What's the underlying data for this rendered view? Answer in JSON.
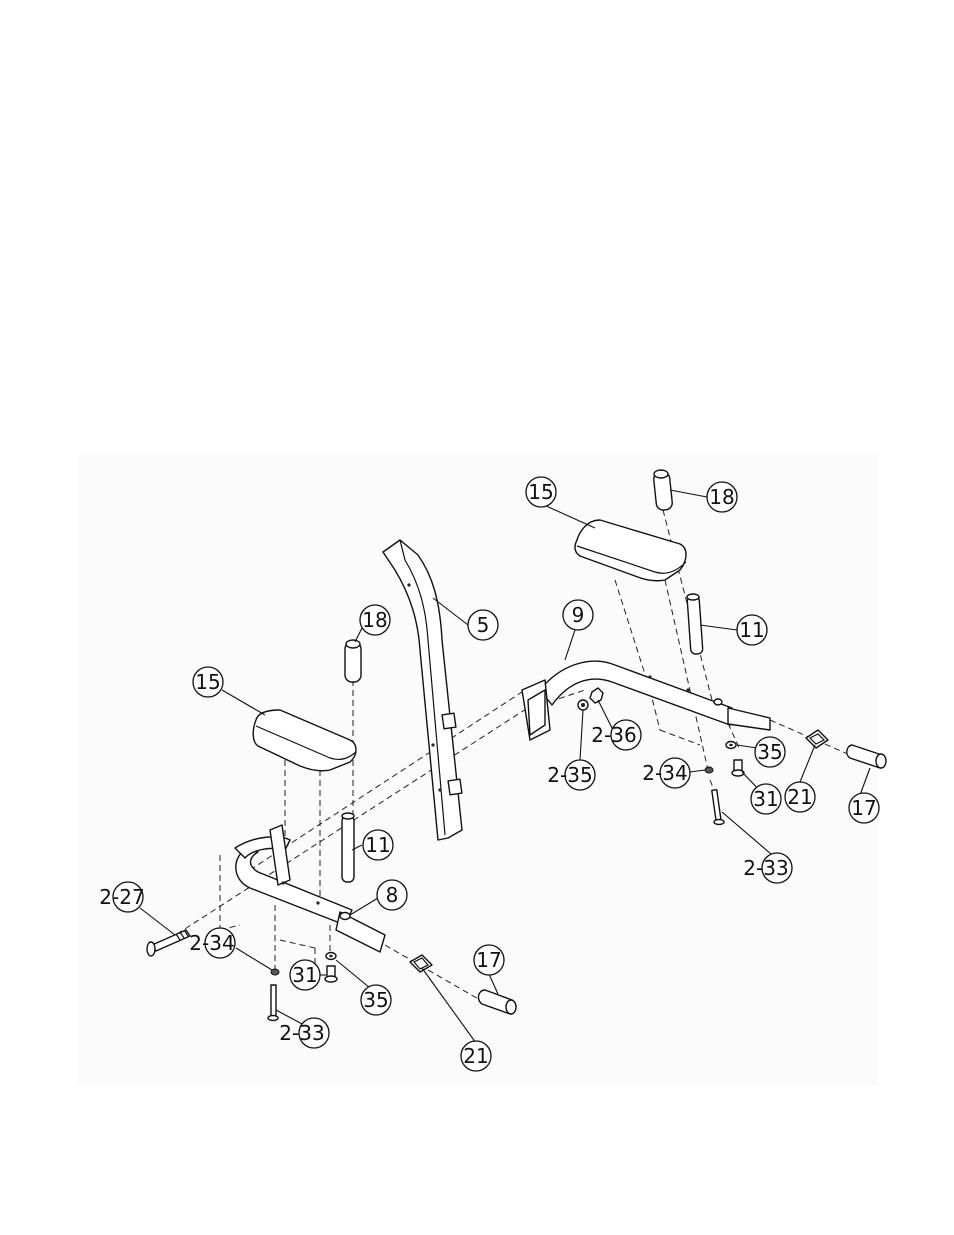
{
  "callouts": [
    {
      "id": "c15a",
      "text": "15"
    },
    {
      "id": "c18a",
      "text": "18"
    },
    {
      "id": "c5",
      "text": "5"
    },
    {
      "id": "c9",
      "text": "9"
    },
    {
      "id": "c11a",
      "text": "11"
    },
    {
      "id": "c15b",
      "text": "15"
    },
    {
      "id": "c18b",
      "text": "18"
    },
    {
      "id": "c11b",
      "text": "11"
    },
    {
      "id": "c8",
      "text": "8"
    },
    {
      "id": "c2-27",
      "text": "2-27"
    },
    {
      "id": "c2-34a",
      "text": "2-34"
    },
    {
      "id": "c31a",
      "text": "31"
    },
    {
      "id": "c35a",
      "text": "35"
    },
    {
      "id": "c2-33a",
      "text": "2-33"
    },
    {
      "id": "c21a",
      "text": "21"
    },
    {
      "id": "c17a",
      "text": "17"
    },
    {
      "id": "c2-35",
      "text": "2-35"
    },
    {
      "id": "c2-36",
      "text": "2-36"
    },
    {
      "id": "c2-34b",
      "text": "2-34"
    },
    {
      "id": "c35b",
      "text": "35"
    },
    {
      "id": "c31b",
      "text": "31"
    },
    {
      "id": "c21b",
      "text": "21"
    },
    {
      "id": "c17b",
      "text": "17"
    },
    {
      "id": "c2-33b",
      "text": "2-33"
    }
  ]
}
